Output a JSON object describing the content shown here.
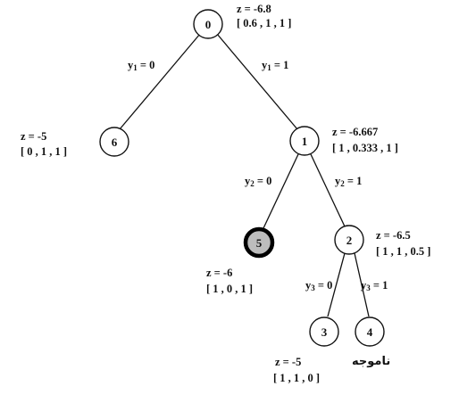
{
  "nodes": [
    {
      "id": "0",
      "z": "z = -6.8",
      "x": "[ 0.6 , 1 , 1 ]"
    },
    {
      "id": "1",
      "z": "z = -6.667",
      "x": "[ 1 , 0.333 , 1 ]"
    },
    {
      "id": "2",
      "z": "z = -6.5",
      "x": "[ 1 , 1 , 0.5 ]"
    },
    {
      "id": "3",
      "z": "z = -5",
      "x": "[ 1 , 1 , 0 ]"
    },
    {
      "id": "4",
      "status": "ناموجه"
    },
    {
      "id": "5",
      "z": "z = -6",
      "x": "[ 1 , 0 , 1 ]",
      "highlighted": true
    },
    {
      "id": "6",
      "z": "z = -5",
      "x": "[ 0 , 1 , 1 ]"
    }
  ],
  "edges": [
    {
      "from": "0",
      "to": "6",
      "var": "y",
      "sub": "1",
      "val": "= 0"
    },
    {
      "from": "0",
      "to": "1",
      "var": "y",
      "sub": "1",
      "val": "= 1"
    },
    {
      "from": "1",
      "to": "5",
      "var": "y",
      "sub": "2",
      "val": "= 0"
    },
    {
      "from": "1",
      "to": "2",
      "var": "y",
      "sub": "2",
      "val": "= 1"
    },
    {
      "from": "2",
      "to": "3",
      "var": "y",
      "sub": "3",
      "val": "= 0"
    },
    {
      "from": "2",
      "to": "4",
      "var": "y",
      "sub": "3",
      "val": "= 1"
    }
  ],
  "colors": {
    "line": "#111111",
    "highlight_fill": "#bdbdbd",
    "background": "#ffffff"
  }
}
